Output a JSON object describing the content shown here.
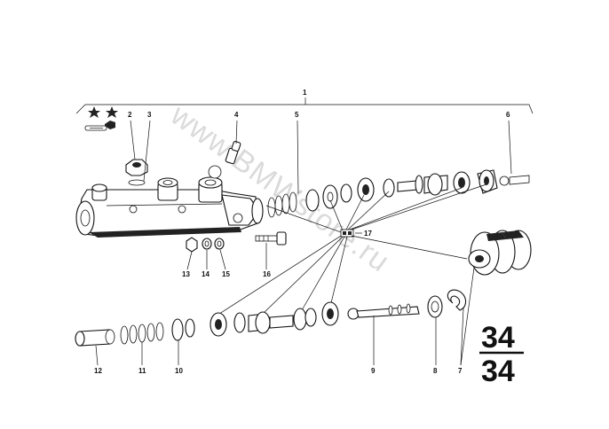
{
  "diagram": {
    "watermark": "www.BMWstore.ru",
    "group_number_top": "34",
    "group_number_bottom": "34",
    "symbols": {
      "stars": "two-stars-icon",
      "tool": "tool-icon"
    },
    "parts": [
      {
        "id": "1",
        "label": "1"
      },
      {
        "id": "2",
        "label": "2"
      },
      {
        "id": "3",
        "label": "3"
      },
      {
        "id": "4",
        "label": "4"
      },
      {
        "id": "5",
        "label": "5"
      },
      {
        "id": "6",
        "label": "6"
      },
      {
        "id": "7",
        "label": "7"
      },
      {
        "id": "8",
        "label": "8"
      },
      {
        "id": "9",
        "label": "9"
      },
      {
        "id": "10",
        "label": "10"
      },
      {
        "id": "11",
        "label": "11"
      },
      {
        "id": "12",
        "label": "12"
      },
      {
        "id": "13",
        "label": "13"
      },
      {
        "id": "14",
        "label": "14"
      },
      {
        "id": "15",
        "label": "15"
      },
      {
        "id": "16",
        "label": "16"
      },
      {
        "id": "17",
        "label": "17"
      }
    ]
  }
}
